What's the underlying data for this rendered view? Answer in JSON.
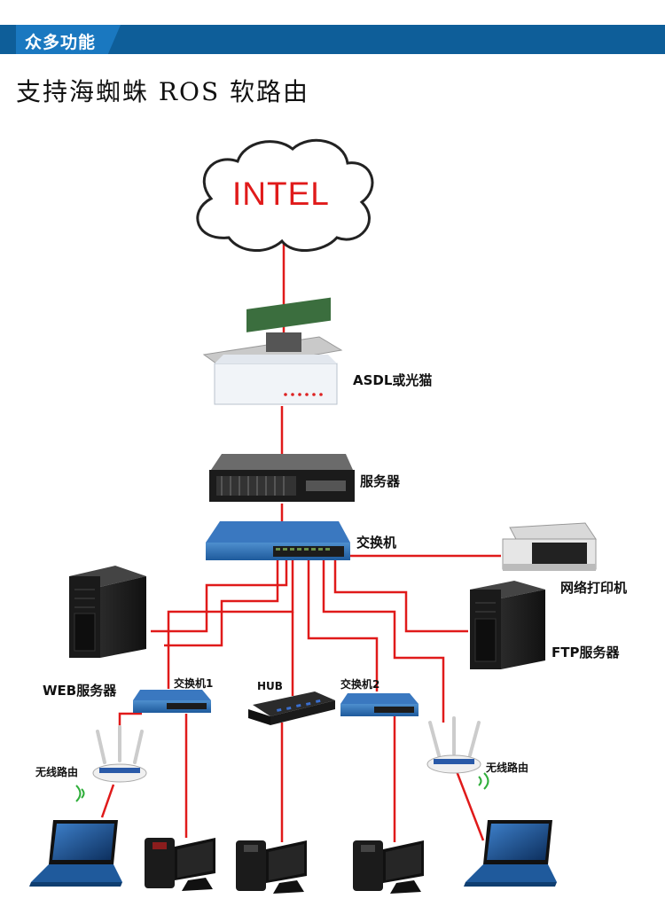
{
  "header": {
    "banner_title": "众多功能",
    "heading": "支持海蜘蛛 ROS 软路由"
  },
  "colors": {
    "banner": "#0e5e99",
    "banner_tab": "#1a78c0",
    "link": "#e01a1a"
  },
  "nodes": {
    "cloud": "INTEL",
    "modem": "ASDL或光猫",
    "server": "服务器",
    "main_switch": "交换机",
    "printer": "网络打印机",
    "ftp_server": "FTP服务器",
    "web_server": "WEB服务器",
    "switch1": "交换机1",
    "hub": "HUB",
    "switch2": "交换机2",
    "router_left": "无线路由",
    "router_right": "无线路由"
  }
}
